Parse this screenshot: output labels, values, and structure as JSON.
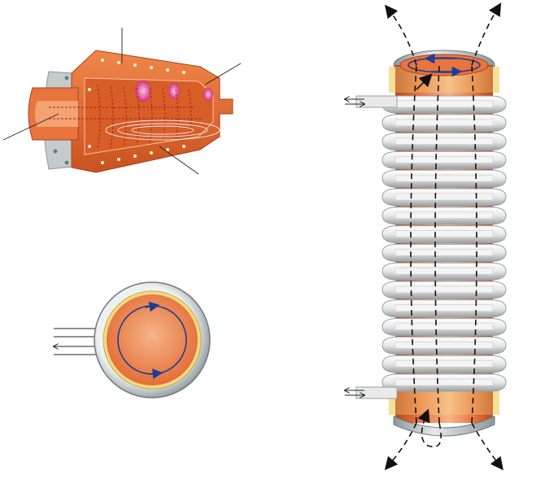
{
  "figure": {
    "panels": [
      "induction-furnace-cutaway",
      "cross-section-view",
      "solenoid-coil"
    ]
  },
  "colors": {
    "copper": "#e8753e",
    "copper_dark": "#b9461c",
    "copper_light": "#f6b48a",
    "coil": "#f2f2f2",
    "coil_shadow": "#9aa0a2",
    "steel": "#bfc6c8",
    "pole_yellow": "#f3da84",
    "field_line": "#1e3c96",
    "glow": "#d2317e",
    "arrow": "#111111"
  },
  "coil": {
    "turns": 16
  }
}
